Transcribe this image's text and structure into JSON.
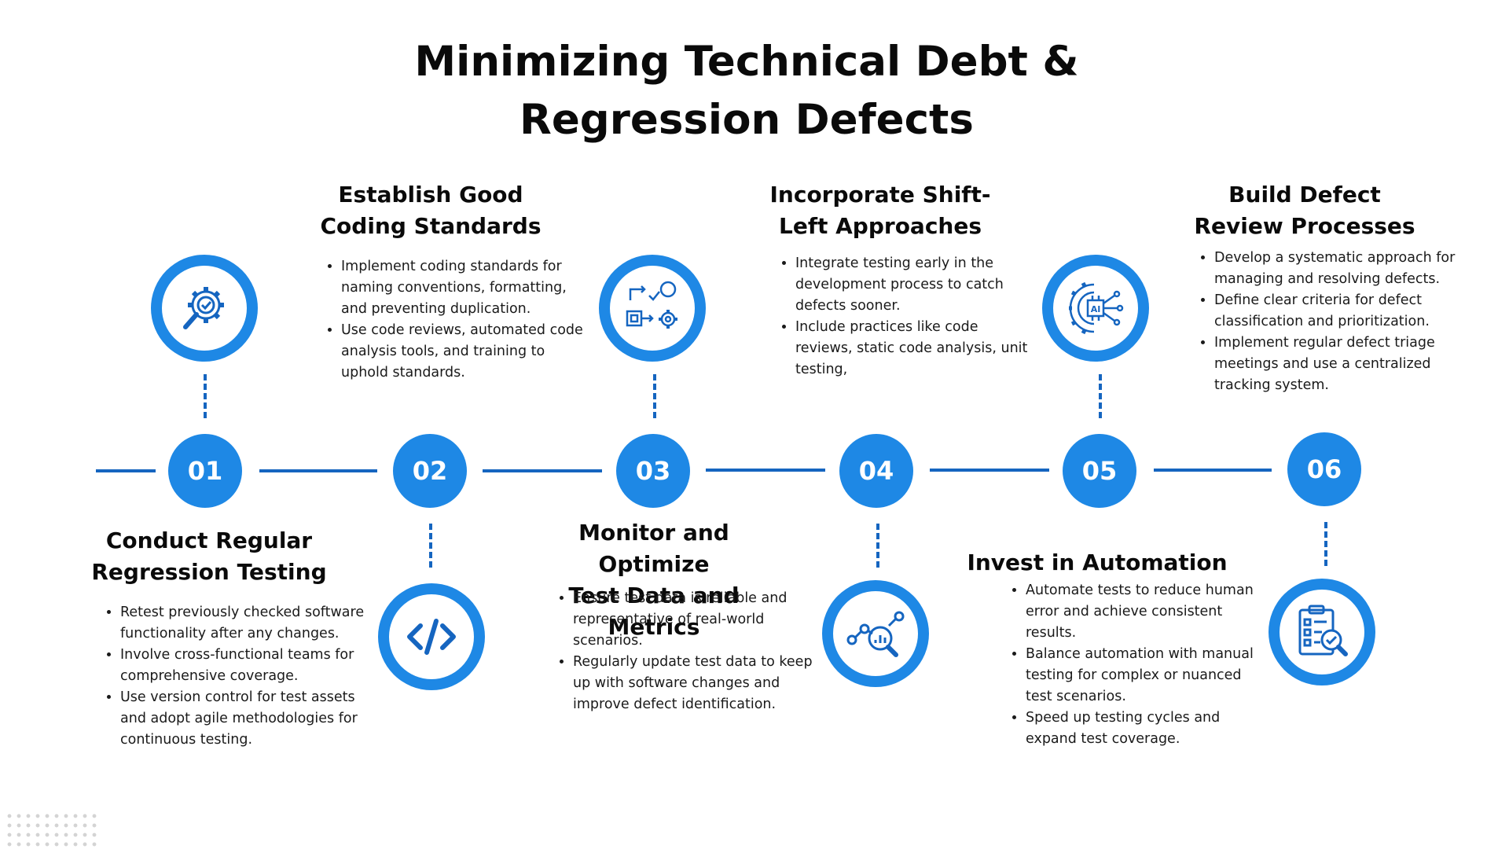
{
  "title": {
    "line1": "Minimizing Technical Debt &",
    "line2": "Regression Defects"
  },
  "steps": [
    {
      "number": "01",
      "heading_line1": "Conduct Regular",
      "heading_line2": "Regression Testing",
      "icon": "gear-check-icon",
      "bullets": [
        "Retest previously checked software functionality after any changes.",
        "Involve cross-functional teams for comprehensive coverage.",
        "Use version control for test assets and adopt agile methodologies for continuous testing."
      ]
    },
    {
      "number": "02",
      "heading_line1": "Establish Good",
      "heading_line2": "Coding Standards",
      "icon": "code-icon",
      "bullets": [
        "Implement coding standards for naming conventions, formatting, and preventing duplication.",
        "Use code reviews, automated code analysis tools, and training to uphold standards."
      ]
    },
    {
      "number": "03",
      "heading_line1": "Monitor and Optimize",
      "heading_line2": "Test Data and Metrics",
      "icon": "workflow-icon",
      "bullets": [
        "Ensure test data is reliable and representative of real-world scenarios.",
        "Regularly update test data to keep up with software changes and improve defect identification."
      ]
    },
    {
      "number": "04",
      "heading_line1": "Incorporate Shift-",
      "heading_line2": "Left Approaches",
      "icon": "analytics-search-icon",
      "bullets": [
        "Integrate testing early in the development process to catch defects sooner.",
        "Include practices like code reviews, static code analysis, unit testing,"
      ]
    },
    {
      "number": "05",
      "heading_line1": "Invest in Automation",
      "heading_line2": "",
      "icon": "ai-chip-gear-icon",
      "bullets": [
        "Automate tests to reduce human error and achieve consistent results.",
        "Balance automation with manual testing for complex or nuanced test scenarios.",
        "Speed up testing cycles and expand test coverage."
      ]
    },
    {
      "number": "06",
      "heading_line1": "Build Defect",
      "heading_line2": "Review Processes",
      "icon": "checklist-search-icon",
      "bullets": [
        "Develop a systematic approach for managing and resolving defects.",
        "Define clear criteria for defect classification and prioritization.",
        "Implement regular defect triage meetings and use a centralized tracking system."
      ]
    }
  ],
  "colors": {
    "primary": "#1e88e5",
    "line": "#1565c0"
  }
}
